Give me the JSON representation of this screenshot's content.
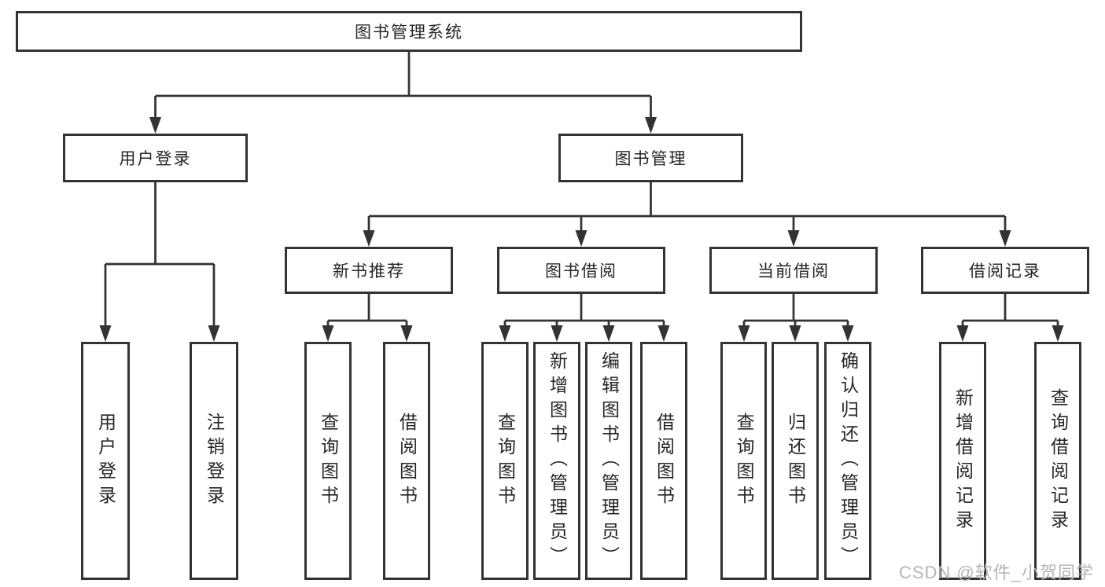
{
  "tree": {
    "root": "图书管理系统",
    "groups": [
      {
        "label": "用户登录",
        "children": [
          {
            "label": "用户登录"
          },
          {
            "label": "注销登录"
          }
        ]
      },
      {
        "label": "图书管理",
        "sections": [
          {
            "label": "新书推荐",
            "children": [
              {
                "label": "查询图书"
              },
              {
                "label": "借阅图书"
              }
            ]
          },
          {
            "label": "图书借阅",
            "children": [
              {
                "label": "查询图书"
              },
              {
                "label": "新增图书（管理员）"
              },
              {
                "label": "编辑图书（管理员）"
              },
              {
                "label": "借阅图书"
              }
            ]
          },
          {
            "label": "当前借阅",
            "children": [
              {
                "label": "查询图书"
              },
              {
                "label": "归还图书"
              },
              {
                "label": "确认归还（管理员）"
              }
            ]
          },
          {
            "label": "借阅记录",
            "children": [
              {
                "label": "新增借阅记录"
              },
              {
                "label": "查询借阅记录"
              }
            ]
          }
        ]
      }
    ]
  },
  "watermark": "CSDN @软件_小贺同学",
  "colors": {
    "line": "#333333",
    "text": "#262626",
    "watermark": "#b5b5b5",
    "background": "#ffffff"
  }
}
